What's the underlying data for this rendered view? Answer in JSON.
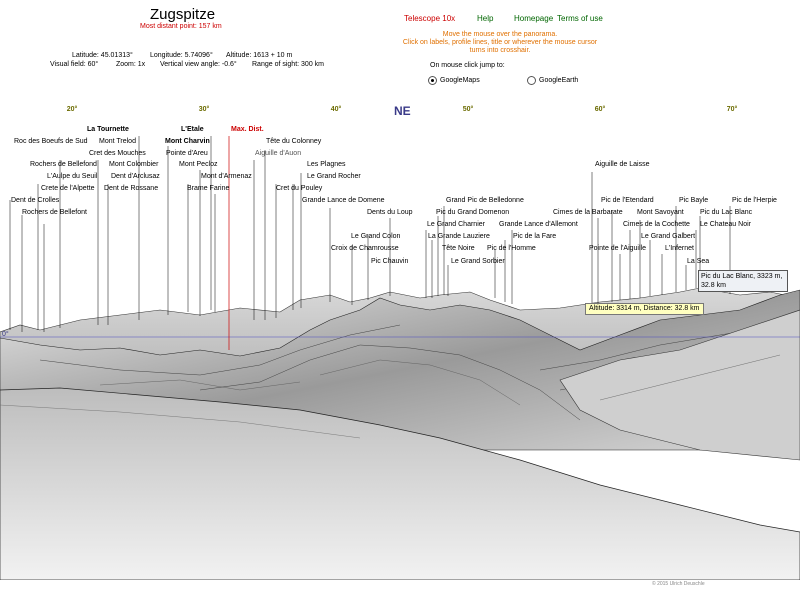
{
  "header": {
    "title": "Zugspitze",
    "subtitle": "Most distant point: 157 km",
    "latitude": "Latitude: 45.01313°",
    "longitude": "Longitude: 5.74096°",
    "altitude": "Altitude: 1613 + 10 m",
    "visual_field": "Visual field: 60°",
    "zoom": "Zoom: 1x",
    "vertical_angle": "Vertical view angle: -0.6°",
    "range": "Range of sight: 300 km"
  },
  "nav": {
    "telescope": "Telescope 10x",
    "help": "Help",
    "homepage": "Homepage",
    "terms": "Terms of use"
  },
  "hints": [
    "Move the mouse over the panorama.",
    "Click on labels, profile lines, title or wherever the mouse cursor",
    "turns into crosshair."
  ],
  "jump": {
    "label": "On mouse click jump to:",
    "options": [
      {
        "label": "GoogleMaps",
        "selected": true
      },
      {
        "label": "GoogleEarth",
        "selected": false
      }
    ]
  },
  "ruler": {
    "direction": "NE",
    "degrees": [
      "20°",
      "30°",
      "40°",
      "50°",
      "60°",
      "70°"
    ]
  },
  "horizon_label": "0°",
  "peaks": [
    {
      "label": "La Tournette",
      "style": "bold"
    },
    {
      "label": "L'Etale",
      "style": "bold"
    },
    {
      "label": "Max. Dist.",
      "style": "red"
    },
    {
      "label": "Roc des Boeufs de Sud",
      "style": ""
    },
    {
      "label": "Mont Trelod",
      "style": ""
    },
    {
      "label": "Mont Charvin",
      "style": "bold"
    },
    {
      "label": "Tête du Colonney",
      "style": ""
    },
    {
      "label": "Cret des Mouches",
      "style": ""
    },
    {
      "label": "Pointe d'Areu",
      "style": ""
    },
    {
      "label": "Aiguille d'Auon",
      "style": "gray"
    },
    {
      "label": "Rochers de Bellefond",
      "style": ""
    },
    {
      "label": "Mont Colombier",
      "style": ""
    },
    {
      "label": "Mont Pecloz",
      "style": ""
    },
    {
      "label": "Les Plagnes",
      "style": ""
    },
    {
      "label": "L'Aulpe du Seuil",
      "style": ""
    },
    {
      "label": "Dent d'Arclusaz",
      "style": ""
    },
    {
      "label": "Mont d'Armenaz",
      "style": ""
    },
    {
      "label": "Le Grand Rocher",
      "style": ""
    },
    {
      "label": "Crete de l'Alpette",
      "style": ""
    },
    {
      "label": "Dent de Rossane",
      "style": ""
    },
    {
      "label": "Brame Farine",
      "style": ""
    },
    {
      "label": "Cret du Pouley",
      "style": ""
    },
    {
      "label": "Dent de Crolles",
      "style": ""
    },
    {
      "label": "Rochers de Bellefont",
      "style": ""
    },
    {
      "label": "Grande Lance de Domene",
      "style": ""
    },
    {
      "label": "Dents du Loup",
      "style": ""
    },
    {
      "label": "Le Grand Colon",
      "style": ""
    },
    {
      "label": "Croix de Chamrousse",
      "style": ""
    },
    {
      "label": "Pic Chauvin",
      "style": ""
    },
    {
      "label": "Grand Pic de Belledonne",
      "style": ""
    },
    {
      "label": "Pic du Grand Domenon",
      "style": ""
    },
    {
      "label": "Le Grand Charnier",
      "style": ""
    },
    {
      "label": "La Grande Lauziere",
      "style": ""
    },
    {
      "label": "Tête Noire",
      "style": ""
    },
    {
      "label": "Le Grand Sorbier",
      "style": ""
    },
    {
      "label": "Grande Lance d'Allemont",
      "style": ""
    },
    {
      "label": "Pic de la Fare",
      "style": ""
    },
    {
      "label": "Pic de l'Homme",
      "style": ""
    },
    {
      "label": "Aiguille de Laisse",
      "style": ""
    },
    {
      "label": "Pic de l'Etendard",
      "style": ""
    },
    {
      "label": "Cimes de la Barbarate",
      "style": ""
    },
    {
      "label": "Pic Bayle",
      "style": ""
    },
    {
      "label": "Pic de l'Herpie",
      "style": ""
    },
    {
      "label": "Mont Savoyant",
      "style": ""
    },
    {
      "label": "Pic du Lac Blanc",
      "style": ""
    },
    {
      "label": "Cimes de la Cochette",
      "style": ""
    },
    {
      "label": "Le Chateau Noir",
      "style": ""
    },
    {
      "label": "Le Grand Galbert",
      "style": ""
    },
    {
      "label": "Pointe de l'Aiguille",
      "style": ""
    },
    {
      "label": "L'Infernet",
      "style": ""
    },
    {
      "label": "La Sea",
      "style": ""
    }
  ],
  "tooltip": "Pic du Lac Blanc, 3323 m, 32.8 km",
  "readout": "Altitude: 3314 m, Distance: 32.8 km",
  "copyright": "© 2015 Ulrich Deuschle"
}
